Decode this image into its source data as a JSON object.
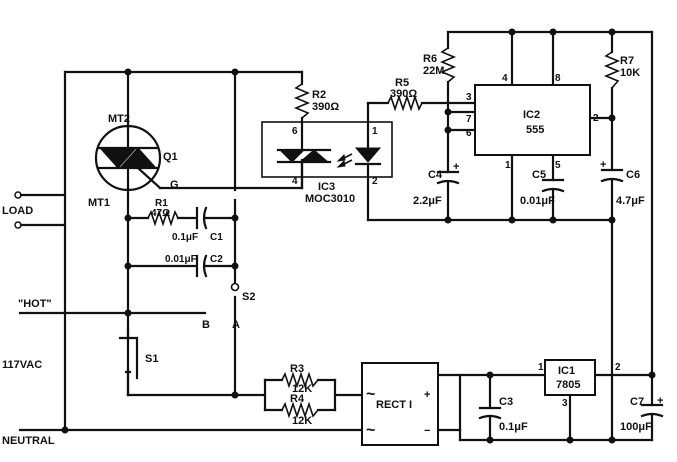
{
  "labels": {
    "load": "LOAD",
    "hot": "\"HOT\"",
    "vac": "117VAC",
    "neutral": "NEUTRAL",
    "mt2": "MT2",
    "mt1": "MT1",
    "q1": "Q1",
    "g": "G",
    "r1": "R1",
    "r1_val": "47Ω",
    "c1_val": "0.1μF",
    "c1": "C1",
    "c2_val": "0.01μF",
    "c2": "C2",
    "s1": "S1",
    "s2": "S2",
    "b": "B",
    "a": "A",
    "r2": "R2",
    "r2_val": "390Ω",
    "ic3": "IC3",
    "ic3_part": "MOC3010",
    "opto_pin6": "6",
    "opto_pin4": "4",
    "opto_pin1": "1",
    "opto_pin2": "2",
    "r5": "R5",
    "r5_val": "390Ω",
    "r6": "R6",
    "r6_val": "22M",
    "r7": "R7",
    "r7_val": "10K",
    "ic2": "IC2",
    "ic2_part": "555",
    "ic2_pin4": "4",
    "ic2_pin8": "8",
    "ic2_pin3": "3",
    "ic2_pin7": "7",
    "ic2_pin6": "6",
    "ic2_pin2": "2",
    "ic2_pin1": "1",
    "ic2_pin5": "5",
    "c4": "C4",
    "c4_val": "2.2μF",
    "c5": "C5",
    "c5_val": "0.01μF",
    "c6": "C6",
    "c6_val": "4.7μF",
    "r3": "R3",
    "r3_val": "12K",
    "r4": "R4",
    "r4_val": "12K",
    "rect": "RECT I",
    "ic1": "IC1",
    "ic1_part": "7805",
    "ic1_pin1": "1",
    "ic1_pin2": "2",
    "ic1_pin3": "3",
    "c3": "C3",
    "c3_val": "0.1μF",
    "c7": "C7",
    "c7_val": "100μF",
    "plus": "+",
    "minus": "−",
    "tilde": "~"
  }
}
